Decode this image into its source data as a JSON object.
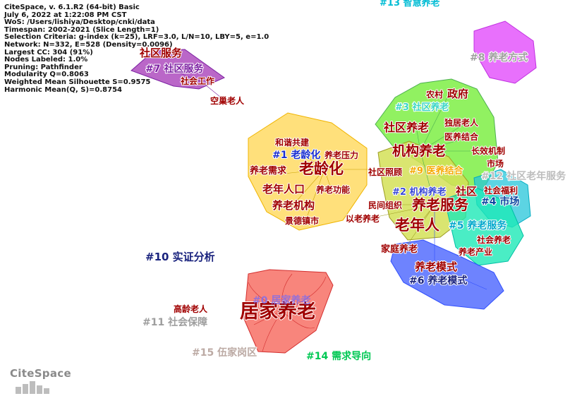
{
  "info_lines": [
    "CiteSpace, v. 6.1.R2 (64-bit) Basic",
    "July 6, 2022 at 1:22:08 PM CST",
    "WoS: /Users/lishiya/Desktop/cnki/data",
    "Timespan: 2002-2021 (Slice Length=1)",
    "Selection Criteria: g-index (k=25), LRF=3.0, L/N=10, LBY=5, e=1.0",
    "Network: N=332, E=528 (Density=0.0096)",
    "Largest CC: 304 (91%)",
    "Nodes Labeled: 1.0%",
    "Pruning: Pathfinder",
    "Modularity Q=0.8063",
    "Weighted Mean Silhouette S=0.9575",
    "Harmonic Mean(Q, S)=0.8754"
  ],
  "logo": "CiteSpace",
  "clusters": [
    {
      "label": "#0 居家养老",
      "color": "#f44336"
    },
    {
      "label": "#1 老龄化",
      "color": "#ffd54f"
    },
    {
      "label": "#2 机构养老",
      "color": "#cddc39"
    },
    {
      "label": "#3 社区养老",
      "color": "#76ee3a"
    },
    {
      "label": "#4 市场",
      "color": "#26c6da"
    },
    {
      "label": "#5 养老服务",
      "color": "#1de9b6"
    },
    {
      "label": "#6 养老模式",
      "color": "#3d5afe"
    },
    {
      "label": "#7 社区服务",
      "color": "#9c27b0"
    },
    {
      "label": "#8 养老方式",
      "color": "#e040fb"
    },
    {
      "label": "#10 实证分析",
      "color": "#1a237e"
    },
    {
      "label": "#11 社会保障",
      "color": "#9e9e9e"
    },
    {
      "label": "#12 社区老年服务",
      "color": "#bdbdbd"
    },
    {
      "label": "#14 需求导向",
      "color": "#00c853"
    },
    {
      "label": "#15 伍家岗区",
      "color": "#bcaaa4"
    },
    {
      "label": "#13 智慧养老",
      "color": "#00bcd4"
    }
  ],
  "keywords": [
    "居家养老",
    "老龄化",
    "老年人",
    "养老服务",
    "机构养老",
    "社区养老",
    "社区服务",
    "社会工作",
    "空巢老人",
    "和谐共建",
    "养老压力",
    "养老需求",
    "老年人口",
    "养老功能",
    "养老机构",
    "景德镇市",
    "农村",
    "政府",
    "独居老人",
    "医养结合",
    "长效机制",
    "市场",
    "社区照顾",
    "社区",
    "社会福利",
    "民间组织",
    "以老养老",
    "社会养老",
    "家庭养老",
    "养老产业",
    "养老模式",
    "高龄老人"
  ]
}
